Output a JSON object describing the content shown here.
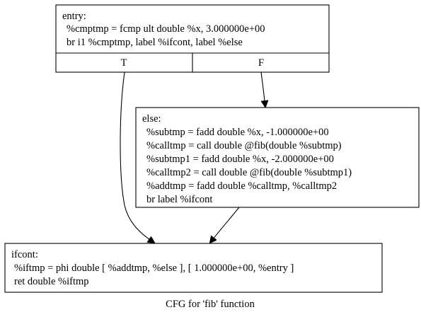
{
  "graph": {
    "caption": "CFG for 'fib' function",
    "nodes": {
      "entry": {
        "label": "entry:",
        "lines": [
          "%cmptmp = fcmp ult double %x, 3.000000e+00",
          "br i1 %cmptmp, label %ifcont, label %else"
        ],
        "ports": {
          "true_label": "T",
          "false_label": "F"
        }
      },
      "else": {
        "label": "else:",
        "lines": [
          "%subtmp = fadd double %x, -1.000000e+00",
          "%calltmp = call double @fib(double %subtmp)",
          "%subtmp1 = fadd double %x, -2.000000e+00",
          "%calltmp2 = call double @fib(double %subtmp1)",
          "%addtmp = fadd double %calltmp, %calltmp2",
          "br label %ifcont"
        ]
      },
      "ifcont": {
        "label": "ifcont:",
        "lines": [
          "%iftmp = phi double [ %addtmp, %else ], [ 1.000000e+00, %entry ]",
          "ret double %iftmp"
        ]
      }
    }
  }
}
